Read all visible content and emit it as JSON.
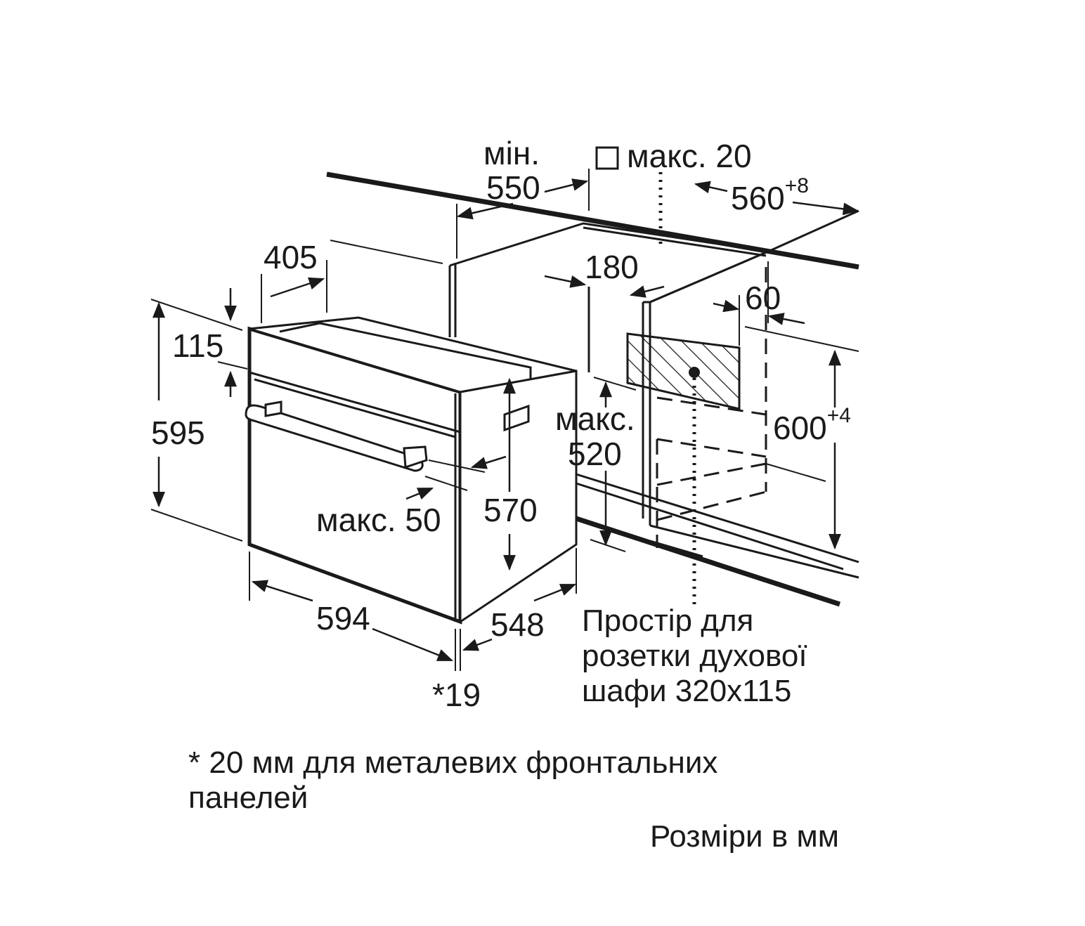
{
  "dimensions": {
    "min_label": "мін.",
    "depth_min": "550",
    "gap_max": "макс. 20",
    "niche_width": "560",
    "niche_width_tol": "+8",
    "upper_depth": "405",
    "handle_gap": "180",
    "socket_offset": "60",
    "panel_height": "115",
    "overall_height": "595",
    "niche_height": "600",
    "niche_height_tol": "+4",
    "max_label": "макс.",
    "max_depth": "520",
    "handle_max": "макс. 50",
    "body_height": "570",
    "front_width": "594",
    "body_depth": "548",
    "front_thickness": "*19"
  },
  "socket_note": {
    "line1": "Простір для",
    "line2": "розетки духової",
    "line3": "шафи 320x115"
  },
  "footnote": {
    "line1": "* 20 мм для металевих фронтальних",
    "line2": "панелей"
  },
  "units": "Розміри в мм"
}
